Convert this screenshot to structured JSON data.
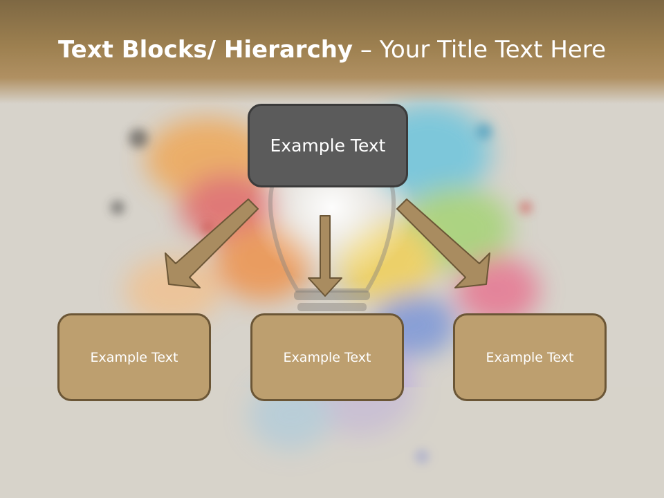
{
  "slide": {
    "title_bold": "Text Blocks/ Hierarchy",
    "title_separator": " – ",
    "title_light": "Your Title Text Here"
  },
  "hierarchy": {
    "top": {
      "label": "Example Text"
    },
    "children": [
      {
        "label": "Example Text"
      },
      {
        "label": "Example Text"
      },
      {
        "label": "Example Text"
      }
    ]
  },
  "colors": {
    "title_band": "#9d8050",
    "top_box_fill": "#5b5b5b",
    "child_box_fill": "#bd9f6f",
    "arrow_fill": "#a98c60",
    "arrow_stroke": "#6b5636"
  },
  "decoration": "paint-splash light bulb background"
}
